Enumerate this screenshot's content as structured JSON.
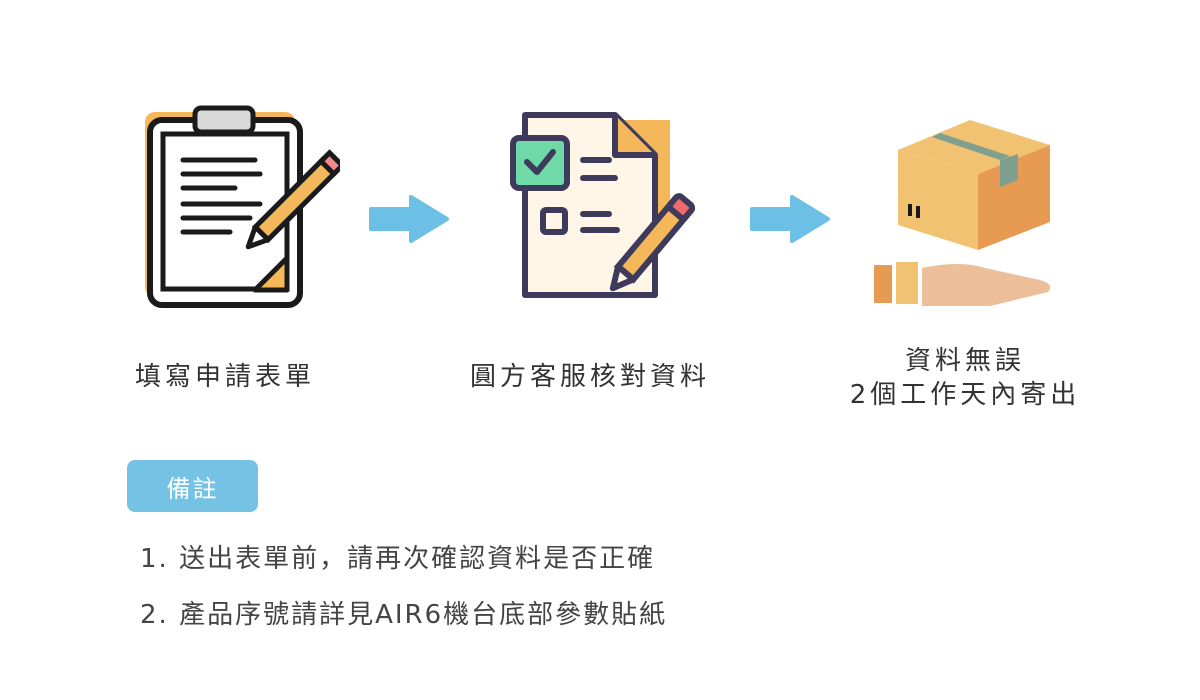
{
  "steps": [
    {
      "icon": "clipboard-pencil-icon",
      "label": "填寫申請表單"
    },
    {
      "icon": "checklist-pencil-icon",
      "label": "圓方客服核對資料"
    },
    {
      "icon": "package-hand-icon",
      "label_line1": "資料無誤",
      "label_line2": "2個工作天內寄出"
    }
  ],
  "notes": {
    "badge": "備註",
    "items": [
      "1. 送出表單前，請再次確認資料是否正確",
      "2. 產品序號請詳見AIR6機台底部參數貼紙"
    ]
  },
  "colors": {
    "orange": "#f4b85a",
    "outline": "#1a1a1a",
    "navy": "#3d3a5c",
    "arrow": "#6cc0e5",
    "box_top": "#f1c272",
    "box_side": "#e79a52",
    "tape": "#7f9f8f",
    "hand": "#ecbf9a"
  }
}
